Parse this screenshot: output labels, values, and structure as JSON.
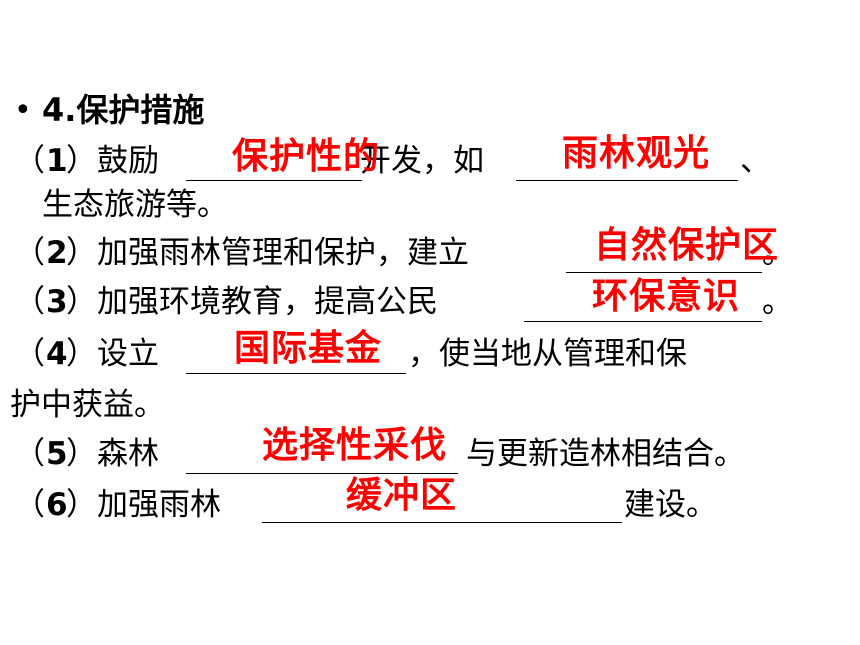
{
  "heading": {
    "bullet": "•",
    "text": "4.保护措施"
  },
  "items": [
    {
      "num": "1",
      "pre": "）鼓励",
      "post": "开发，如",
      "tail": "、",
      "cont": "生态旅游等。",
      "answers": [
        "保护性的",
        "雨林观光"
      ]
    },
    {
      "num": "2",
      "pre": "）加强雨林管理和保护，建立",
      "post": "。",
      "answers": [
        "自然保护区"
      ]
    },
    {
      "num": "3",
      "pre": "）加强环境教育，提高公民",
      "post": "。",
      "answers": [
        "环保意识"
      ]
    },
    {
      "num": "4",
      "pre": "）设立",
      "post": "，使当地从管理和保",
      "cont": "护中获益。",
      "answers": [
        "国际基金"
      ]
    },
    {
      "num": "5",
      "pre": "）森林",
      "post": "与更新造林相结合。",
      "answers": [
        "选择性采伐"
      ]
    },
    {
      "num": "6",
      "pre": "）加强雨林",
      "post": "建设。",
      "answers": [
        "缓冲区"
      ]
    }
  ],
  "paren_open": "（",
  "colors": {
    "answer": "#ff0000",
    "text": "#000000"
  }
}
